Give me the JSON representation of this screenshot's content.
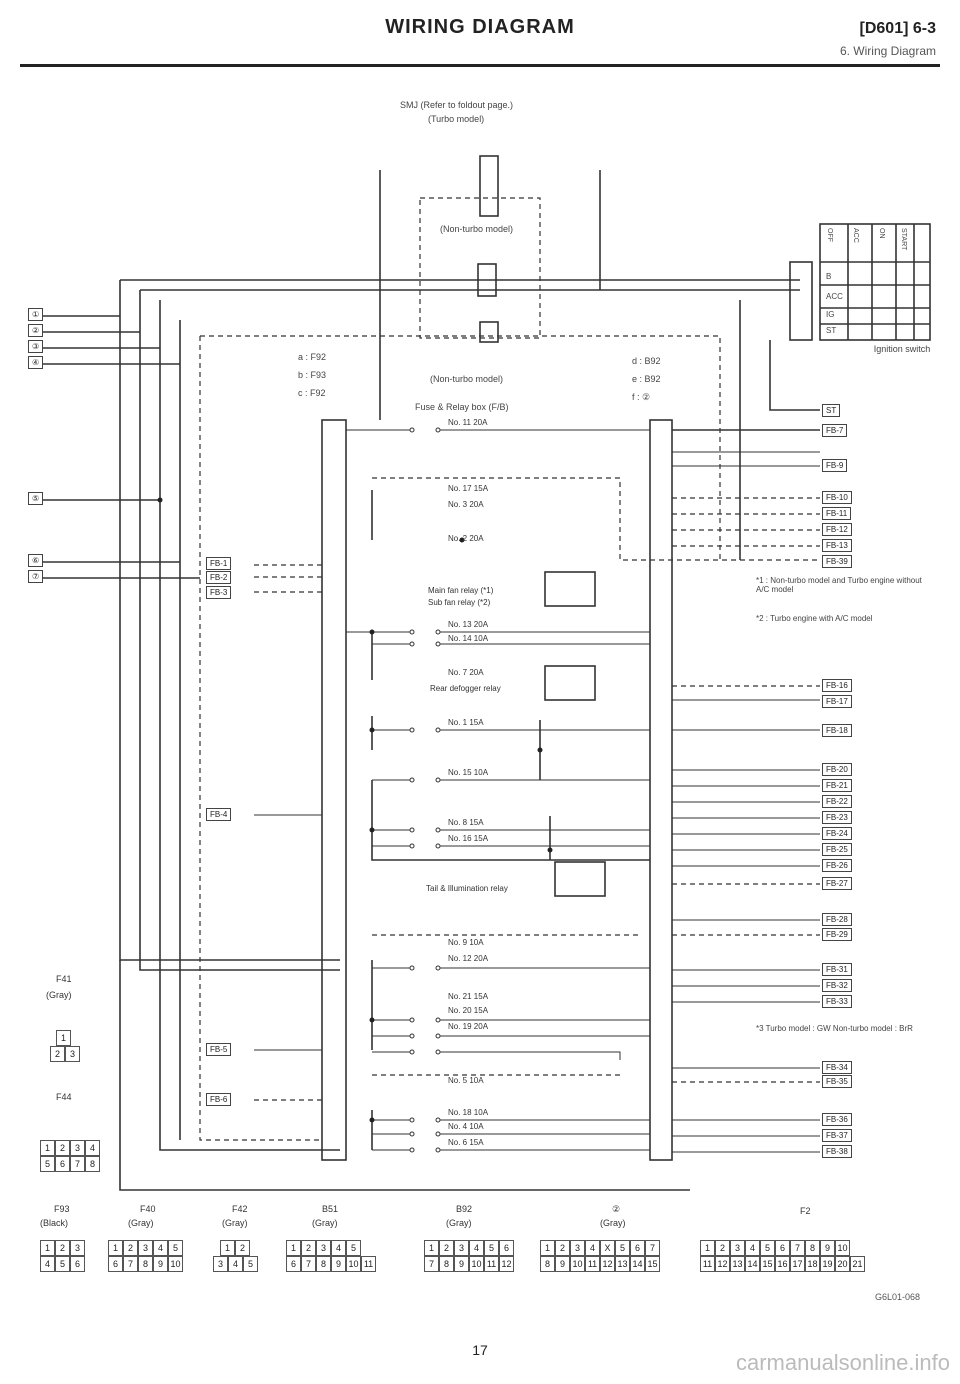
{
  "header": {
    "title": "WIRING DIAGRAM",
    "code": "[D601] 6-3",
    "subtitle": "6. Wiring Diagram"
  },
  "top": {
    "smj_label": "SMJ (Refer to foldout page.)",
    "turbo_label": "(Turbo model)",
    "non_turbo_label": "(Non-turbo model)",
    "non_turbo_label2": "(Non-turbo model)",
    "fuse_box_label": "Fuse & Relay box (F/B)"
  },
  "ignition": {
    "label": "Ignition switch",
    "positions": [
      "OFF",
      "ACC",
      "ON",
      "START"
    ],
    "rows": [
      "B",
      "ACC",
      "IG",
      "ST"
    ]
  },
  "left_markers": [
    "①",
    "②",
    "③",
    "④",
    "⑤",
    "⑥",
    "⑦"
  ],
  "abc": [
    "a : F92",
    "b : F93",
    "c : F92",
    "d : B92",
    "e : B92",
    "f : ②"
  ],
  "fuses": [
    "No. 11 20A",
    "No. 17 15A",
    "No. 3 20A",
    "No. 2 20A",
    "Main fan relay (*1)",
    "Sub fan relay (*2)",
    "No. 13 20A",
    "No. 14 10A",
    "No. 7 20A",
    "Rear defogger relay",
    "No. 1 15A",
    "No. 15 10A",
    "No. 8 15A",
    "No. 16 15A",
    "Tail & Illumination relay",
    "No. 9 10A",
    "No. 12 20A",
    "No. 21 15A",
    "No. 20 15A",
    "No. 19 20A",
    "No. 5 10A",
    "No. 18 10A",
    "No. 4 10A",
    "No. 6 15A"
  ],
  "fb_left": [
    "FB-1",
    "FB-2",
    "FB-3",
    "FB-4",
    "FB-5",
    "FB-6"
  ],
  "fb_right": [
    "ST",
    "FB-7",
    "FB-9",
    "FB-10",
    "FB-11",
    "FB-12",
    "FB-13",
    "FB-39",
    "FB-16",
    "FB-17",
    "FB-18",
    "FB-20",
    "FB-21",
    "FB-22",
    "FB-23",
    "FB-24",
    "FB-25",
    "FB-26",
    "FB-27",
    "FB-28",
    "FB-29",
    "FB-31",
    "FB-32",
    "FB-33",
    "FB-34",
    "FB-35",
    "FB-36",
    "FB-37",
    "FB-38"
  ],
  "notes": {
    "n1": "*1 : Non-turbo model and Turbo engine without A/C model",
    "n2": "*2 : Turbo engine with A/C model",
    "n3": "*3  Turbo model : GW   Non-turbo model : BrR"
  },
  "connectors_left": [
    {
      "id": "F41",
      "color": "(Gray)"
    },
    {
      "id": "F44",
      "color": ""
    }
  ],
  "connectors_bottom": [
    {
      "id": "F93",
      "color": "(Black)"
    },
    {
      "id": "F40",
      "color": "(Gray)"
    },
    {
      "id": "F42",
      "color": "(Gray)"
    },
    {
      "id": "B51",
      "color": "(Gray)"
    },
    {
      "id": "B92",
      "color": "(Gray)"
    },
    {
      "id": "②",
      "color": "(Gray)"
    },
    {
      "id": "F2",
      "color": ""
    }
  ],
  "figure_code": "G6L01-068",
  "page_number": "17",
  "watermark": "carmanualsonline.info"
}
